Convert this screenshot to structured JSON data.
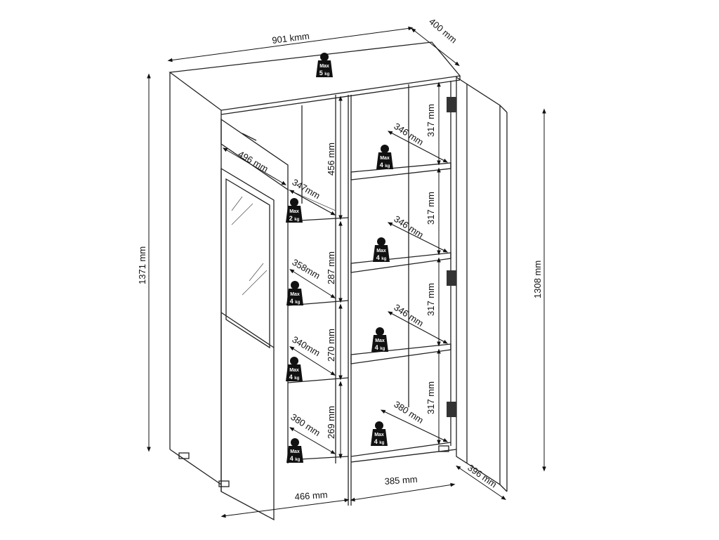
{
  "dimensions": {
    "width": "901 kmm",
    "depth": "400 mm",
    "total_height": "1371 mm",
    "door_height": "1308 mm",
    "drawer_width": "496 mm",
    "left_h1": "456 mm",
    "left_d1": "347mm",
    "left_h2": "287 mm",
    "left_d2": "358mm",
    "left_h3": "270 mm",
    "left_d3": "340mm",
    "left_h4": "269 mm",
    "left_d4": "380 mm",
    "right_h1": "317 mm",
    "right_h2": "317 mm",
    "right_h3": "317 mm",
    "right_h4": "317 mm",
    "right_d1": "346 mm",
    "right_d2": "346 mm",
    "right_d3": "346 mm",
    "right_d4": "380 mm",
    "left_width": "466 mm",
    "right_width": "385 mm",
    "door_width": "396 mm"
  },
  "weights": [
    {
      "max": "Max",
      "value": "5",
      "unit": "kg"
    },
    {
      "max": "Max",
      "value": "4",
      "unit": "kg"
    },
    {
      "max": "Max",
      "value": "2",
      "unit": "kg"
    },
    {
      "max": "Max",
      "value": "4",
      "unit": "kg"
    },
    {
      "max": "Max",
      "value": "4",
      "unit": "kg"
    },
    {
      "max": "Max",
      "value": "4",
      "unit": "kg"
    },
    {
      "max": "Max",
      "value": "4",
      "unit": "kg"
    },
    {
      "max": "Max",
      "value": "4",
      "unit": "kg"
    },
    {
      "max": "Max",
      "value": "4",
      "unit": "kg"
    }
  ]
}
